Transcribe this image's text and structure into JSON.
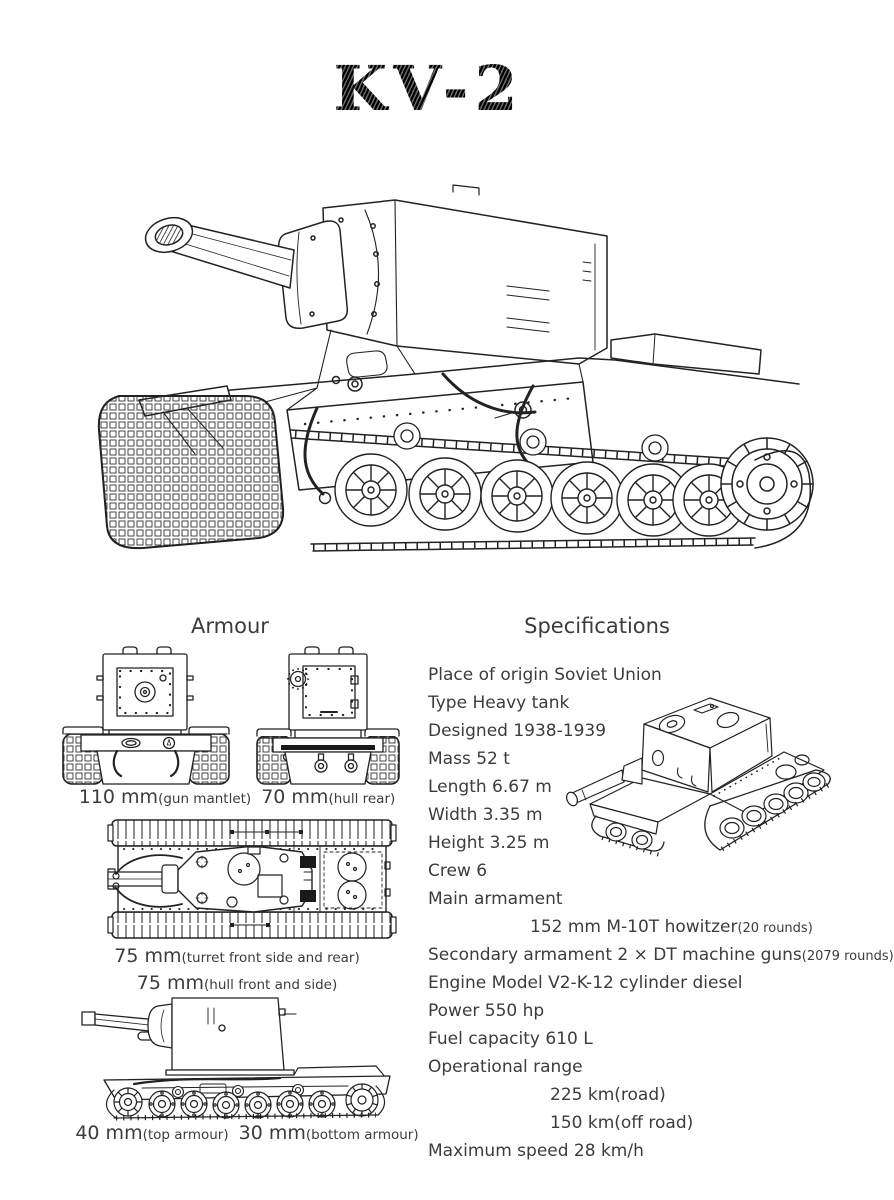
{
  "poster": {
    "title": "KV-2"
  },
  "armour": {
    "heading": "Armour",
    "front_rear_caption": [
      {
        "value": "110 mm",
        "note": "(gun mantlet)"
      },
      {
        "value": "70 mm",
        "note": "(hull rear)"
      }
    ],
    "top_caption": [
      {
        "value": "75 mm",
        "note": "(turret front side and rear)"
      },
      {
        "value": "75 mm",
        "note": "(hull front and side)"
      }
    ],
    "side_caption": [
      {
        "value": "40 mm",
        "note": "(top armour)"
      },
      {
        "value": "30 mm",
        "note": "(bottom armour)"
      }
    ]
  },
  "specifications": {
    "heading": "Specifications",
    "items": [
      {
        "text": "Place of origin Soviet Union"
      },
      {
        "text": "Type Heavy tank"
      },
      {
        "text": "Designed 1938-1939"
      },
      {
        "text": "Mass 52 t"
      },
      {
        "text": "Length 6.67 m"
      },
      {
        "text": "Width 3.35 m"
      },
      {
        "text": "Height 3.25 m"
      },
      {
        "text": "Crew 6"
      },
      {
        "text": "Main armament"
      },
      {
        "text": "152 mm M-10T howitzer",
        "note": "(20 rounds)"
      },
      {
        "text": "Secondary armament 2 × DT machine guns",
        "note": "(2079 rounds)"
      },
      {
        "text": "Engine Model V2-K-12 cylinder diesel"
      },
      {
        "text": "Power 550 hp"
      },
      {
        "text": "Fuel capacity 610 L"
      },
      {
        "text": "Operational range"
      },
      {
        "text": "225 km(road)"
      },
      {
        "text": "150 km(off road)"
      },
      {
        "text": "Maximum speed 28 km/h"
      }
    ]
  },
  "drawings": {
    "main": "kv2-three-quarter-perspective-line-drawing",
    "front": "kv2-front-view-line-drawing",
    "rear": "kv2-rear-view-line-drawing",
    "top": "kv2-top-view-line-drawing",
    "side": "kv2-side-view-line-drawing",
    "iso": "kv2-isometric-view-line-drawing"
  },
  "colors": {
    "background": "#ffffff",
    "ink": "#222222"
  }
}
